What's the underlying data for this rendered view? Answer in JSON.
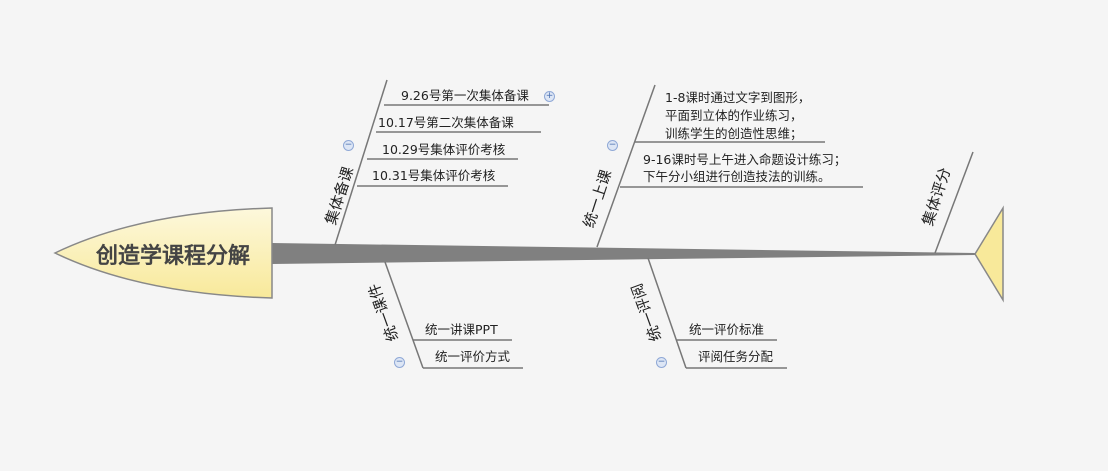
{
  "title": "创造学课程分解",
  "branches": [
    {
      "label": "集体备课",
      "items": [
        "9.26号第一次集体备课",
        "10.17号第二次集体备课",
        "10.29号集体评价考核",
        "10.31号集体评价考核"
      ]
    },
    {
      "label": "统一上课",
      "items": [
        [
          "1-8课时通过文字到图形，",
          "平面到立体的作业练习，",
          "训练学生的创造性思维；"
        ],
        [
          "9-16课时号上午进入命题设计练习；",
          "下午分小组进行创造技法的训练。"
        ]
      ]
    },
    {
      "label": "集体评分",
      "items": []
    },
    {
      "label": "统一课件",
      "items": [
        "统一讲课PPT",
        "统一评价方式"
      ]
    },
    {
      "label": "统一评阅",
      "items": [
        "统一评价标准",
        "评阅任务分配"
      ]
    }
  ],
  "icons": {
    "expand": "+",
    "collapse": "−"
  },
  "colors": {
    "spine": "#808080",
    "head_fill_top": "#fdf8dc",
    "head_fill_bottom": "#f8e99a",
    "bone": "#777777"
  }
}
